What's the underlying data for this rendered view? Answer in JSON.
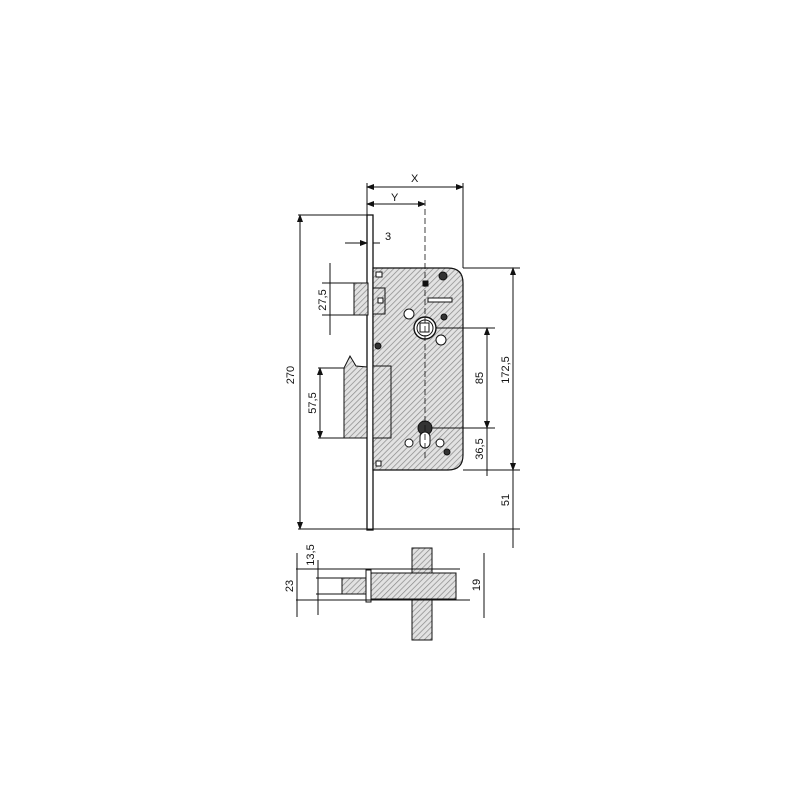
{
  "drawing": {
    "title": "Mortise lock technical drawing",
    "colors": {
      "line": "#111111",
      "hatch": "#bdbdbd",
      "body_fill": "#dcdcdc",
      "background": "#ffffff"
    },
    "dimensions": {
      "x": "X",
      "y": "Y",
      "faceplate_thickness": "3",
      "latch_height": "27,5",
      "deadbolt_height": "57,5",
      "total_height": "270",
      "spindle_to_cylinder": "85",
      "cylinder_to_bottom": "36,5",
      "top_to_bottom_body": "172,5",
      "body_to_plate_end": "51",
      "section_width": "23",
      "section_inner": "13,5",
      "section_right": "19"
    }
  }
}
